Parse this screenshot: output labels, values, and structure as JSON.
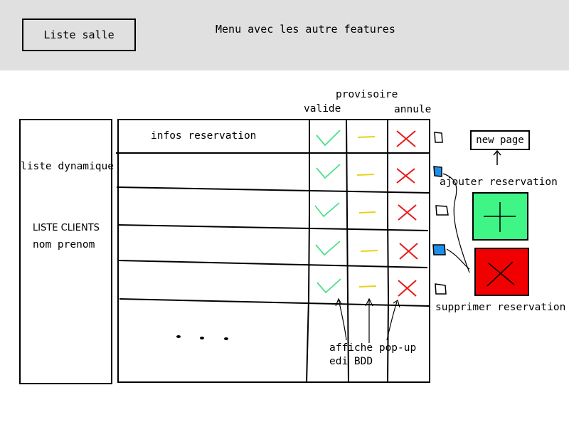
{
  "header": {
    "liste_salle_label": "Liste salle",
    "menu_text": "Menu avec les autre features"
  },
  "columns": {
    "provisoire": "provisoire",
    "valide": "valide",
    "annule": "annule"
  },
  "table": {
    "header_label": "infos reservation",
    "more_rows_indicator": ". . ."
  },
  "clients_panel": {
    "dynamic_label": "liste dynamique",
    "title": "LISTE CLIENTS",
    "subtitle": "nom prenom"
  },
  "actions": {
    "new_page_label": "new page",
    "add_label": "ajouter reservation",
    "delete_label": "supprimer reservation",
    "popup_note_line1": "affiche pop-up",
    "popup_note_line2": "edi BDD"
  },
  "colors": {
    "check": "#4be08a",
    "dash": "#e8d21a",
    "cross": "#e81a1a",
    "add_button": "#3ef586",
    "delete_button": "#f00000",
    "selected_checkbox": "#1e8fe8",
    "header_bar": "#e0e0e0"
  }
}
